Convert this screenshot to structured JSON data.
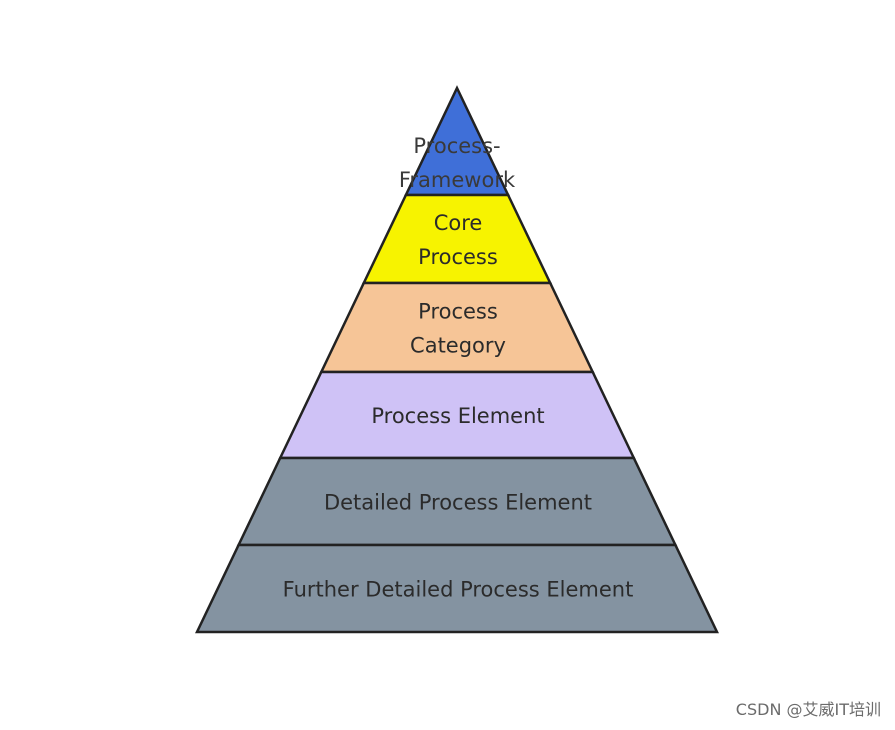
{
  "pyramid": {
    "tiers": [
      {
        "lines": [
          "Process-",
          "Framework"
        ],
        "color": "#3f6fd8"
      },
      {
        "lines": [
          "Core",
          "Process"
        ],
        "color": "#f7f300"
      },
      {
        "lines": [
          "Process",
          "Category"
        ],
        "color": "#f6c597"
      },
      {
        "lines": [
          "Process Element"
        ],
        "color": "#cfc2f6"
      },
      {
        "lines": [
          "Detailed Process Element"
        ],
        "color": "#8493a1"
      },
      {
        "lines": [
          "Further Detailed Process Element"
        ],
        "color": "#8493a1"
      }
    ],
    "outline_color": "#222222"
  },
  "watermark": "CSDN @艾威IT培训"
}
